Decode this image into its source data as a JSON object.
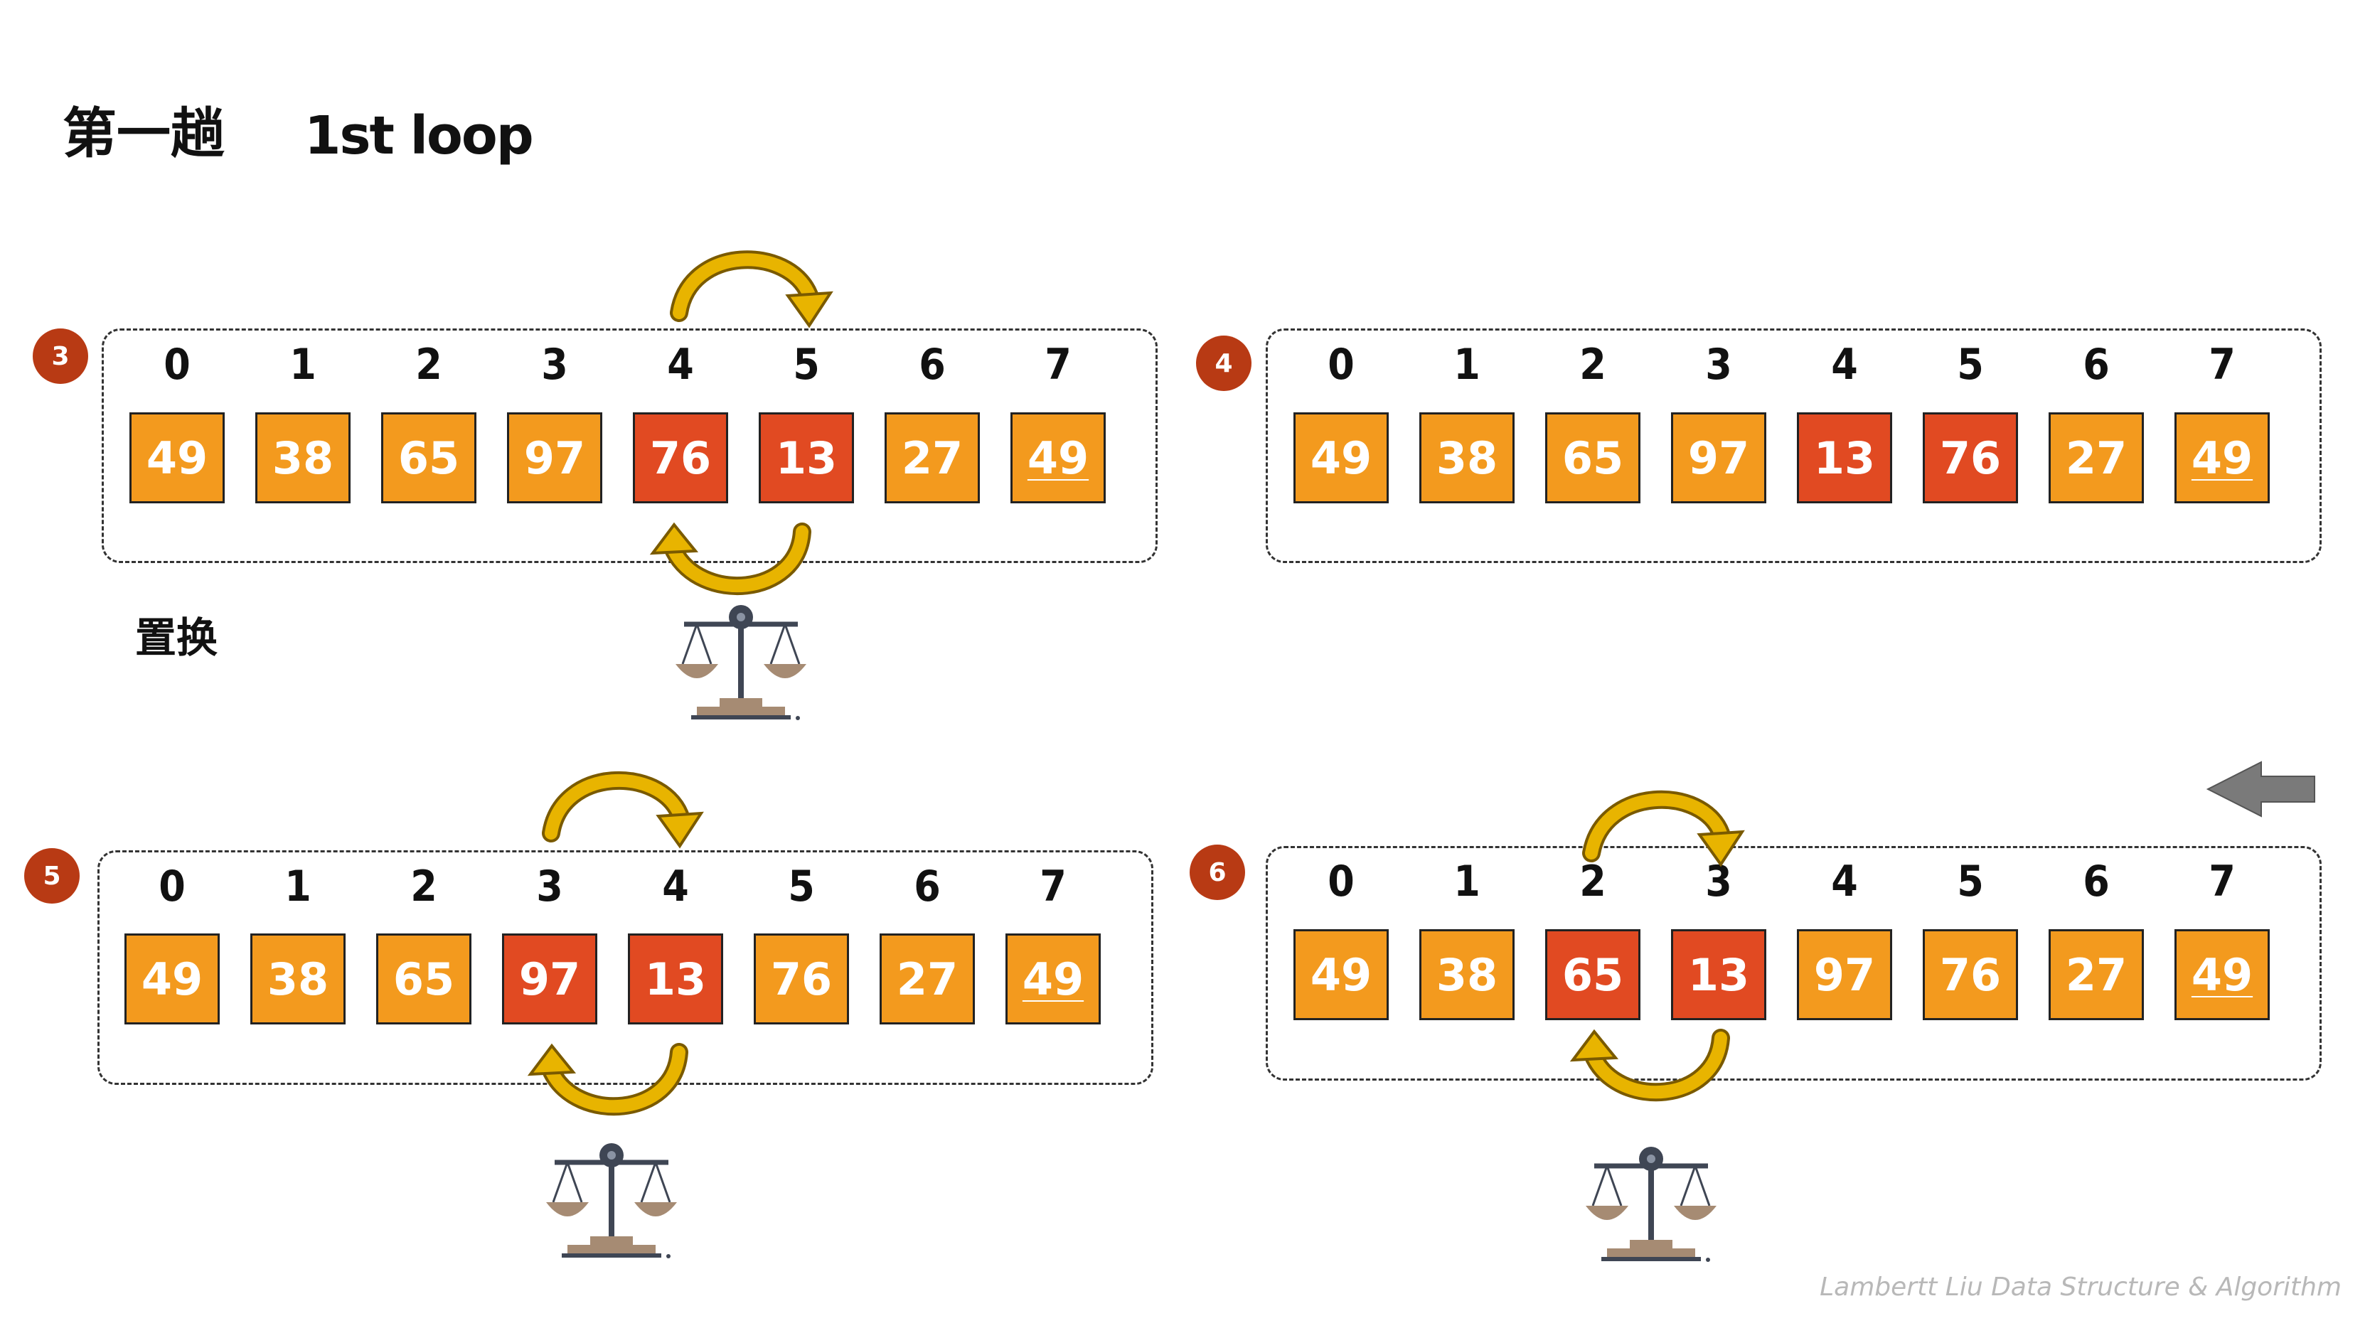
{
  "title": {
    "zh": "第一趟",
    "en": "1st loop"
  },
  "swap_label": "置换",
  "credit": "Lambertt Liu    Data Structure & Algorithm",
  "colors": {
    "normal": "#f39a1e",
    "highlight": "#e14a22",
    "badge": "#b83a14",
    "arrow": "#e8b400",
    "back_arrow": "#7a7a7a"
  },
  "indices": [
    "0",
    "1",
    "2",
    "3",
    "4",
    "5",
    "6",
    "7"
  ],
  "steps": [
    {
      "badge": "3",
      "values": [
        "49",
        "38",
        "65",
        "97",
        "76",
        "13",
        "27",
        "49"
      ],
      "highlight": [
        4,
        5
      ],
      "compare_icon": true
    },
    {
      "badge": "4",
      "values": [
        "49",
        "38",
        "65",
        "97",
        "13",
        "76",
        "27",
        "49"
      ],
      "highlight": [
        4,
        5
      ],
      "compare_icon": false
    },
    {
      "badge": "5",
      "values": [
        "49",
        "38",
        "65",
        "97",
        "13",
        "76",
        "27",
        "49"
      ],
      "highlight": [
        3,
        4
      ],
      "compare_icon": true
    },
    {
      "badge": "6",
      "values": [
        "49",
        "38",
        "65",
        "13",
        "97",
        "76",
        "27",
        "49"
      ],
      "highlight": [
        2,
        3
      ],
      "compare_icon": true
    }
  ],
  "icons": [
    "scale-icon",
    "swap-arrow-icon",
    "left-arrow-icon"
  ]
}
